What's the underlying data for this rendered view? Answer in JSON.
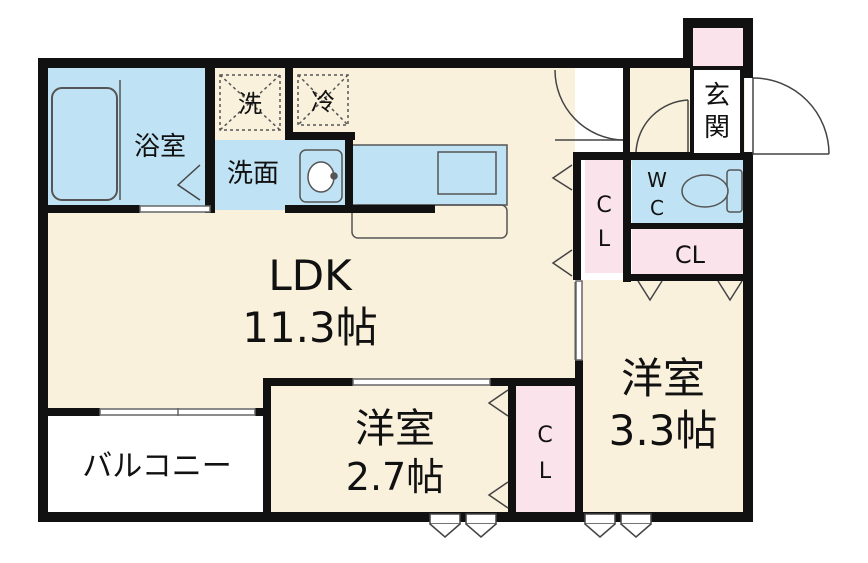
{
  "rooms": {
    "bath": "浴室",
    "washroom": "洗面",
    "laundry": "洗",
    "fridge": "冷",
    "entrance_line1": "玄",
    "entrance_line2": "関",
    "wc_line1": "W",
    "wc_line2": "C",
    "cl_hall_line1": "C",
    "cl_hall_line2": "L",
    "cl_top": "CL",
    "ldk_name": "LDK",
    "ldk_size": "11.3帖",
    "room_small_name": "洋室",
    "room_small_size": "2.7帖",
    "cl_small_line1": "C",
    "cl_small_line2": "L",
    "room_large_name": "洋室",
    "room_large_size": "3.3帖",
    "balcony": "バルコニー"
  },
  "colors": {
    "wall": "#111111",
    "floor": "#f9f1dc",
    "wet_area": "#bfe3f4",
    "closet": "#fbe3ec",
    "balcony": "#ffffff"
  }
}
